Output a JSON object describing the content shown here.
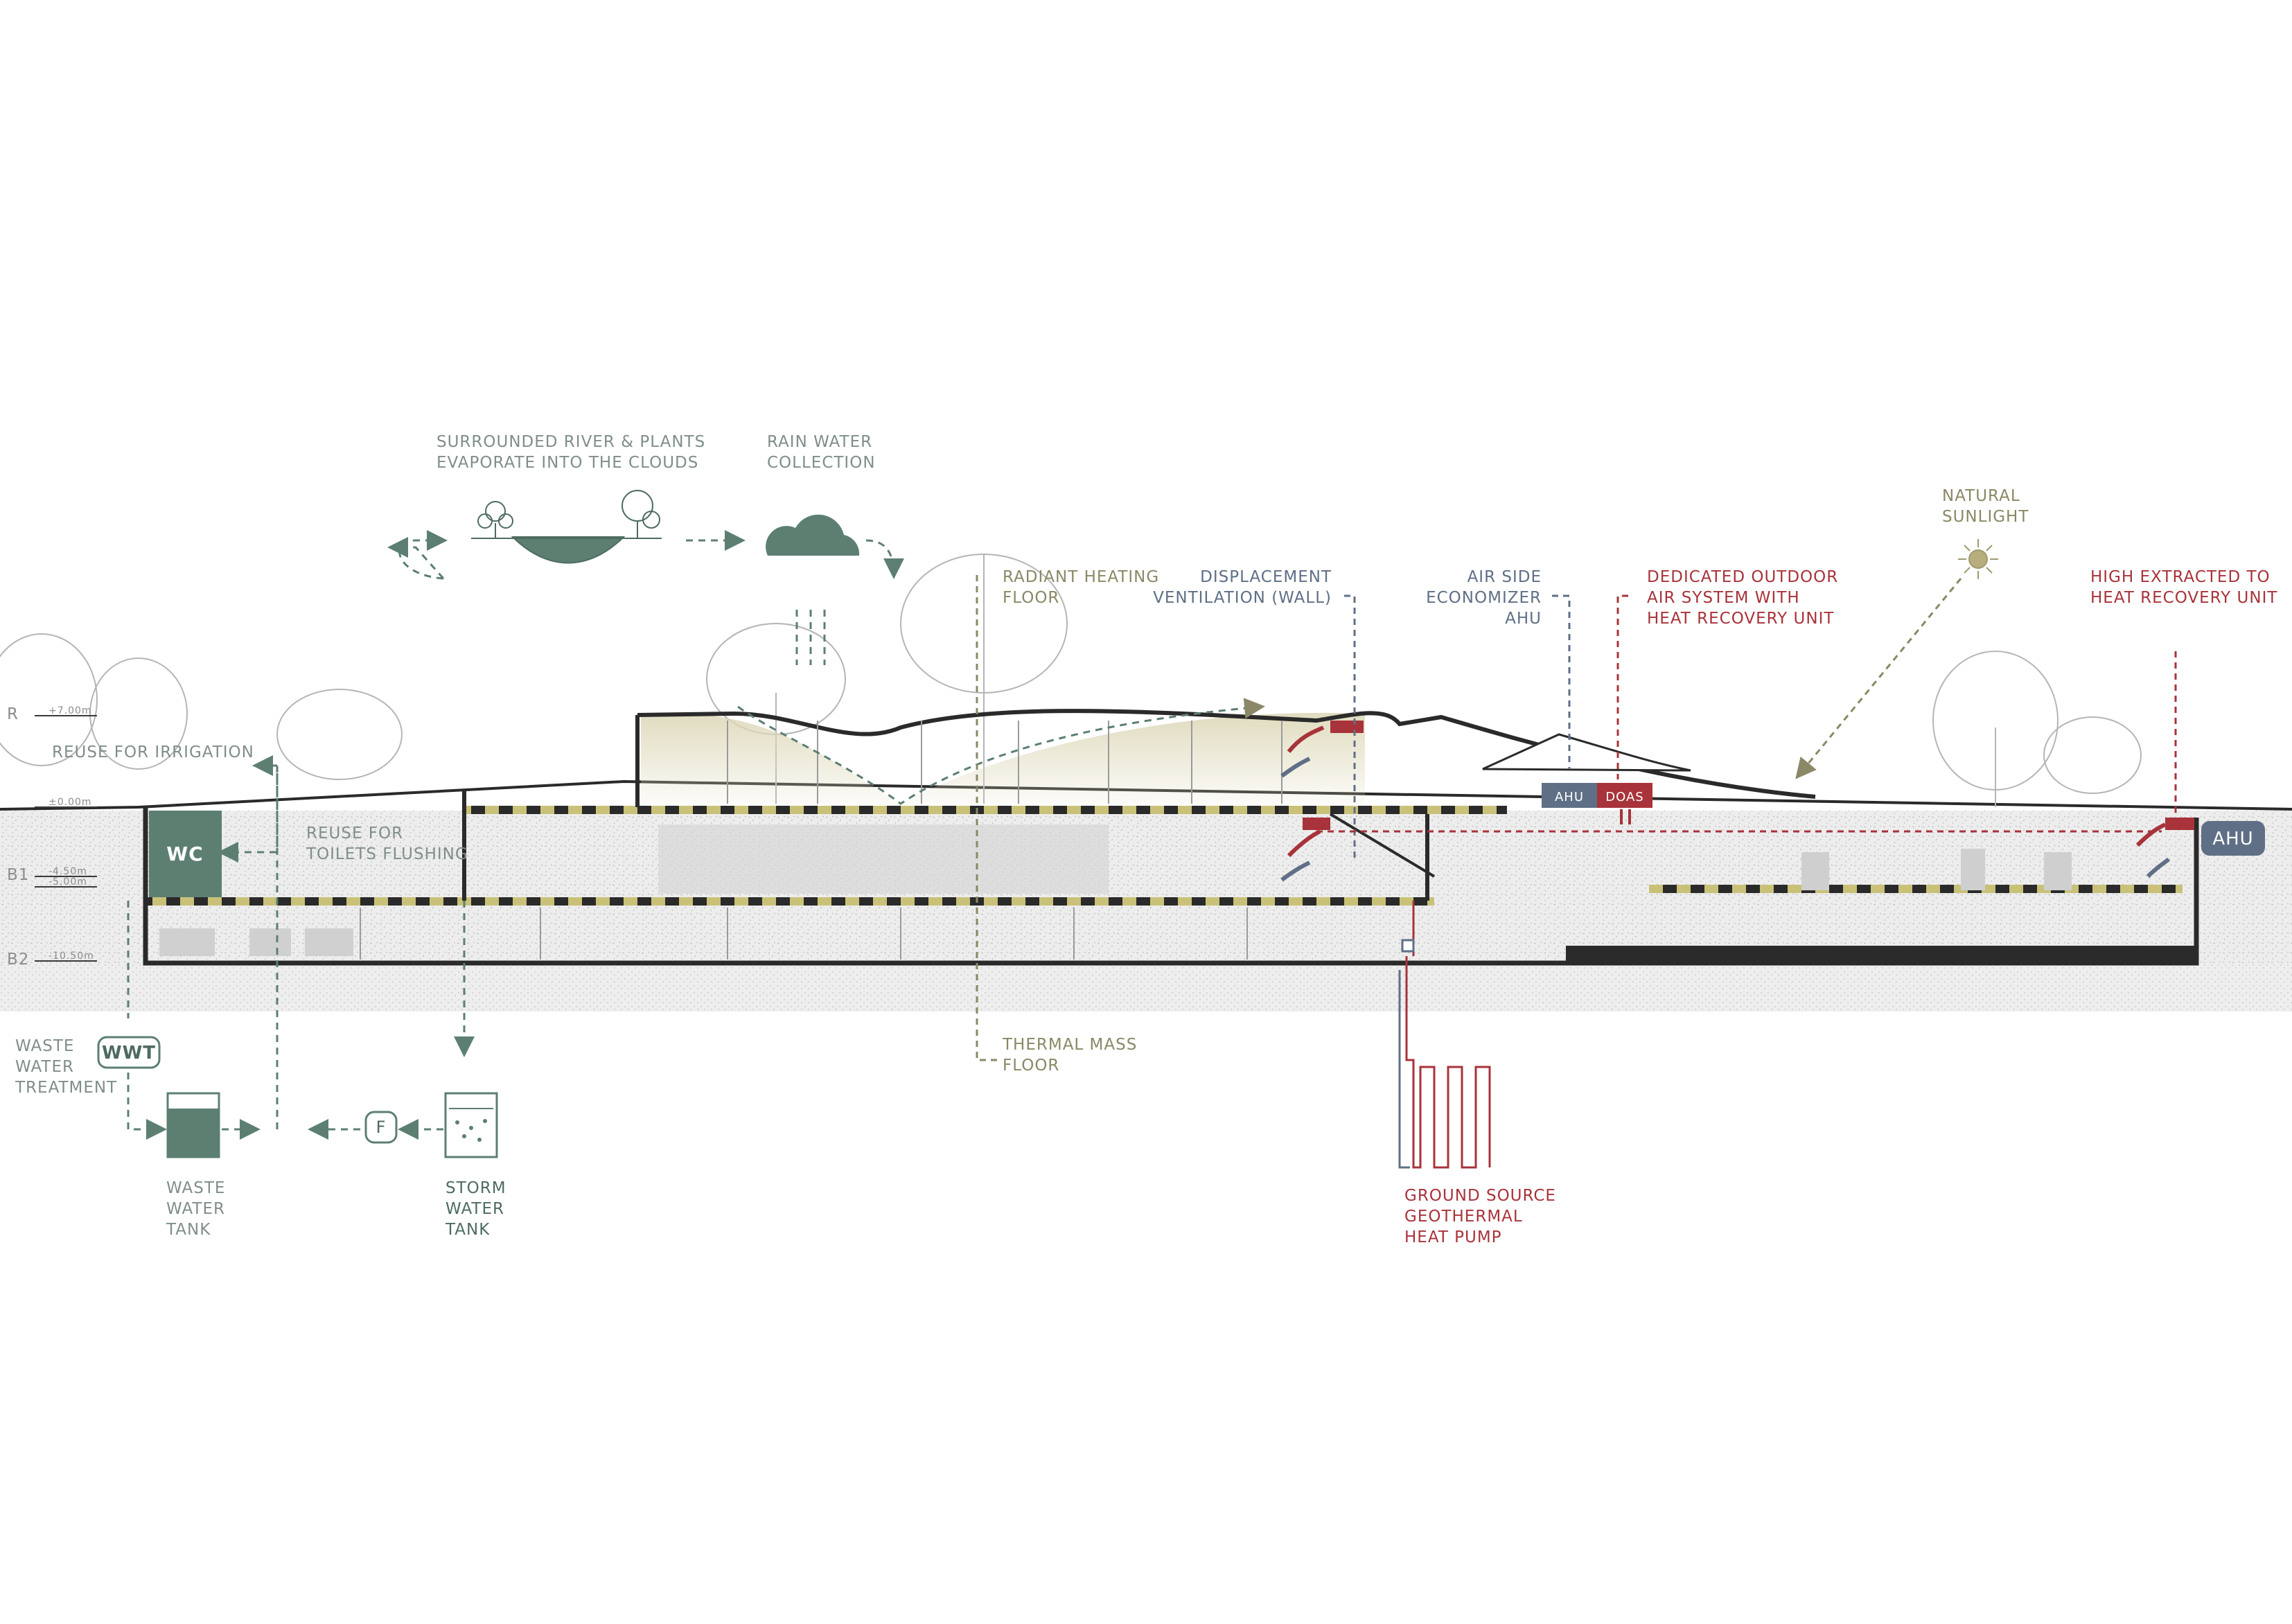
{
  "colors": {
    "water": "#5c7f72",
    "water_label": "#7f8f87",
    "heating": "#8a8866",
    "red": "#a8333a",
    "blue": "#5f6f86",
    "roof_glow": "#e8e4cc",
    "soil": "#e6e6e6",
    "structure": "#2a2a2a"
  },
  "water_cycle": {
    "evaporation": [
      "SURROUNDED RIVER & PLANTS",
      "EVAPORATE INTO THE CLOUDS"
    ],
    "rain": [
      "RAIN WATER",
      "COLLECTION"
    ],
    "irrigation": "REUSE FOR IRRIGATION",
    "toilets": [
      "REUSE FOR",
      "TOILETS FLUSHING"
    ],
    "wc": "WC",
    "wwt_box": "WWT",
    "wwt_label": [
      "WASTE",
      "WATER",
      "TREATMENT"
    ],
    "filter": "F",
    "waste_tank": [
      "WASTE",
      "WATER",
      "TANK"
    ],
    "storm_tank": [
      "STORM",
      "WATER",
      "TANK"
    ]
  },
  "levels": {
    "r": "R",
    "r_elev": "+7.00m",
    "gf_elev": "±0.00m",
    "b1": "B1",
    "b1_elev_a": "-4.50m",
    "b1_elev_b": "-5.00m",
    "b2": "B2",
    "b2_elev": "-10.50m"
  },
  "heating": {
    "radiant": [
      "RADIANT HEATING",
      "FLOOR"
    ],
    "thermal_mass": [
      "THERMAL MASS",
      "FLOOR"
    ],
    "displacement": [
      "DISPLACEMENT",
      "VENTILATION (WALL)"
    ]
  },
  "hvac": {
    "economizer": [
      "AIR SIDE",
      "ECONOMIZER",
      "AHU"
    ],
    "doas_label": [
      "DEDICATED OUTDOOR",
      "AIR SYSTEM WITH",
      "HEAT RECOVERY UNIT"
    ],
    "sunlight": [
      "NATURAL",
      "SUNLIGHT"
    ],
    "high_extract": [
      "HIGH EXTRACTED TO",
      "HEAT RECOVERY UNIT"
    ],
    "ahu_box": "AHU",
    "doas_box": "DOAS",
    "ahu_box_big": "AHU",
    "geothermal": [
      "GROUND SOURCE",
      "GEOTHERMAL",
      "HEAT PUMP"
    ]
  }
}
